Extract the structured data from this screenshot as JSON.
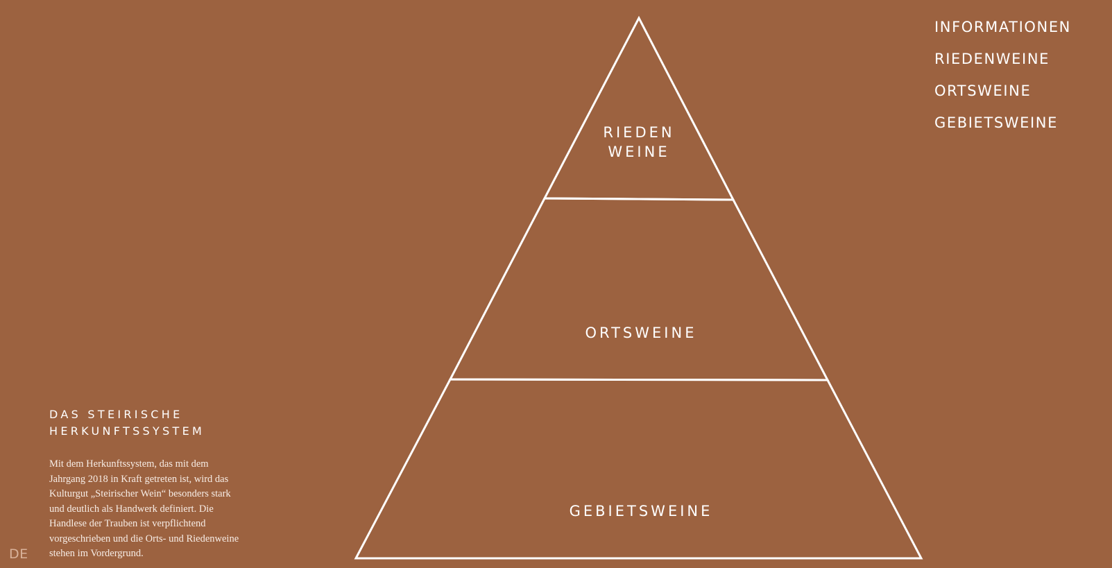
{
  "colors": {
    "background": "#9C6240",
    "foreground": "#FFFFFF",
    "muted_text": "#D9B29A"
  },
  "nav": {
    "items": [
      {
        "label": "INFORMATIONEN"
      },
      {
        "label": "RIEDENWEINE"
      },
      {
        "label": "ORTSWEINE"
      },
      {
        "label": "GEBIETSWEINE"
      }
    ]
  },
  "pyramid": {
    "tiers": [
      {
        "line1": "RIEDEN",
        "line2": "WEINE"
      },
      {
        "line1": "ORTSWEINE"
      },
      {
        "line1": "GEBIETSWEINE"
      }
    ]
  },
  "intro": {
    "title_line1": "DAS STEIRISCHE",
    "title_line2": "HERKUNFTSSYSTEM",
    "body": "Mit dem Herkunftssystem, das mit dem Jahrgang 2018 in Kraft getreten ist, wird das Kulturgut „Steirischer Wein“ besonders stark und deutlich als Handwerk definiert. Die Handlese der Trauben ist verpflichtend vorgeschrieben und die Orts- und Riedenweine stehen im Vordergrund."
  },
  "language": {
    "current": "DE"
  }
}
